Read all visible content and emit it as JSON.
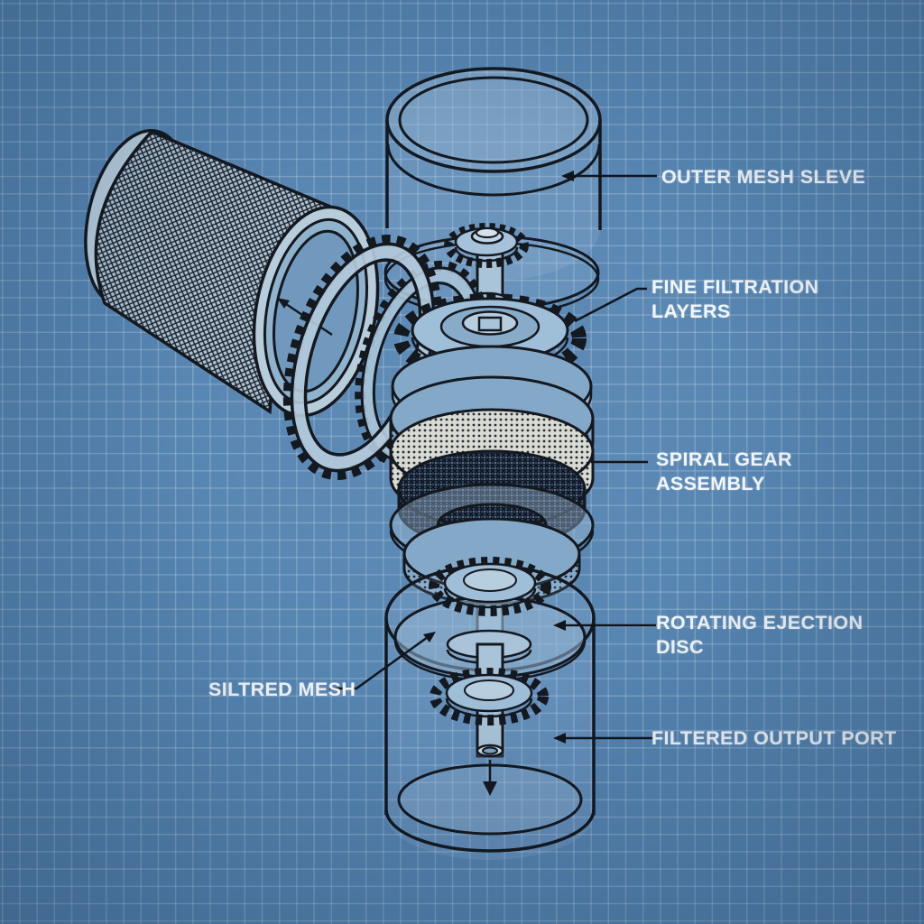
{
  "diagram": {
    "style": "blueprint-exploded-view",
    "background_color": "#5584b1",
    "grid_color": "#7fa6c8",
    "ink_color": "#14181f",
    "label_color": "#f2f6fa",
    "labels": [
      {
        "id": "outer-mesh-sleeve",
        "text": "OUTER MESH SLEVE"
      },
      {
        "id": "fine-filtration-layers",
        "text": "FINE FILTRATION LAYERS"
      },
      {
        "id": "spiral-gear-assembly",
        "text": "SPIRAL GEAR ASSEMBLY"
      },
      {
        "id": "rotating-ejection-disc",
        "text": "ROTATING EJECTION DISC"
      },
      {
        "id": "siltred-mesh",
        "text": "SILTRED MESH"
      },
      {
        "id": "filtered-output-port",
        "text": "FILTERED OUTPUT PORT"
      }
    ]
  }
}
